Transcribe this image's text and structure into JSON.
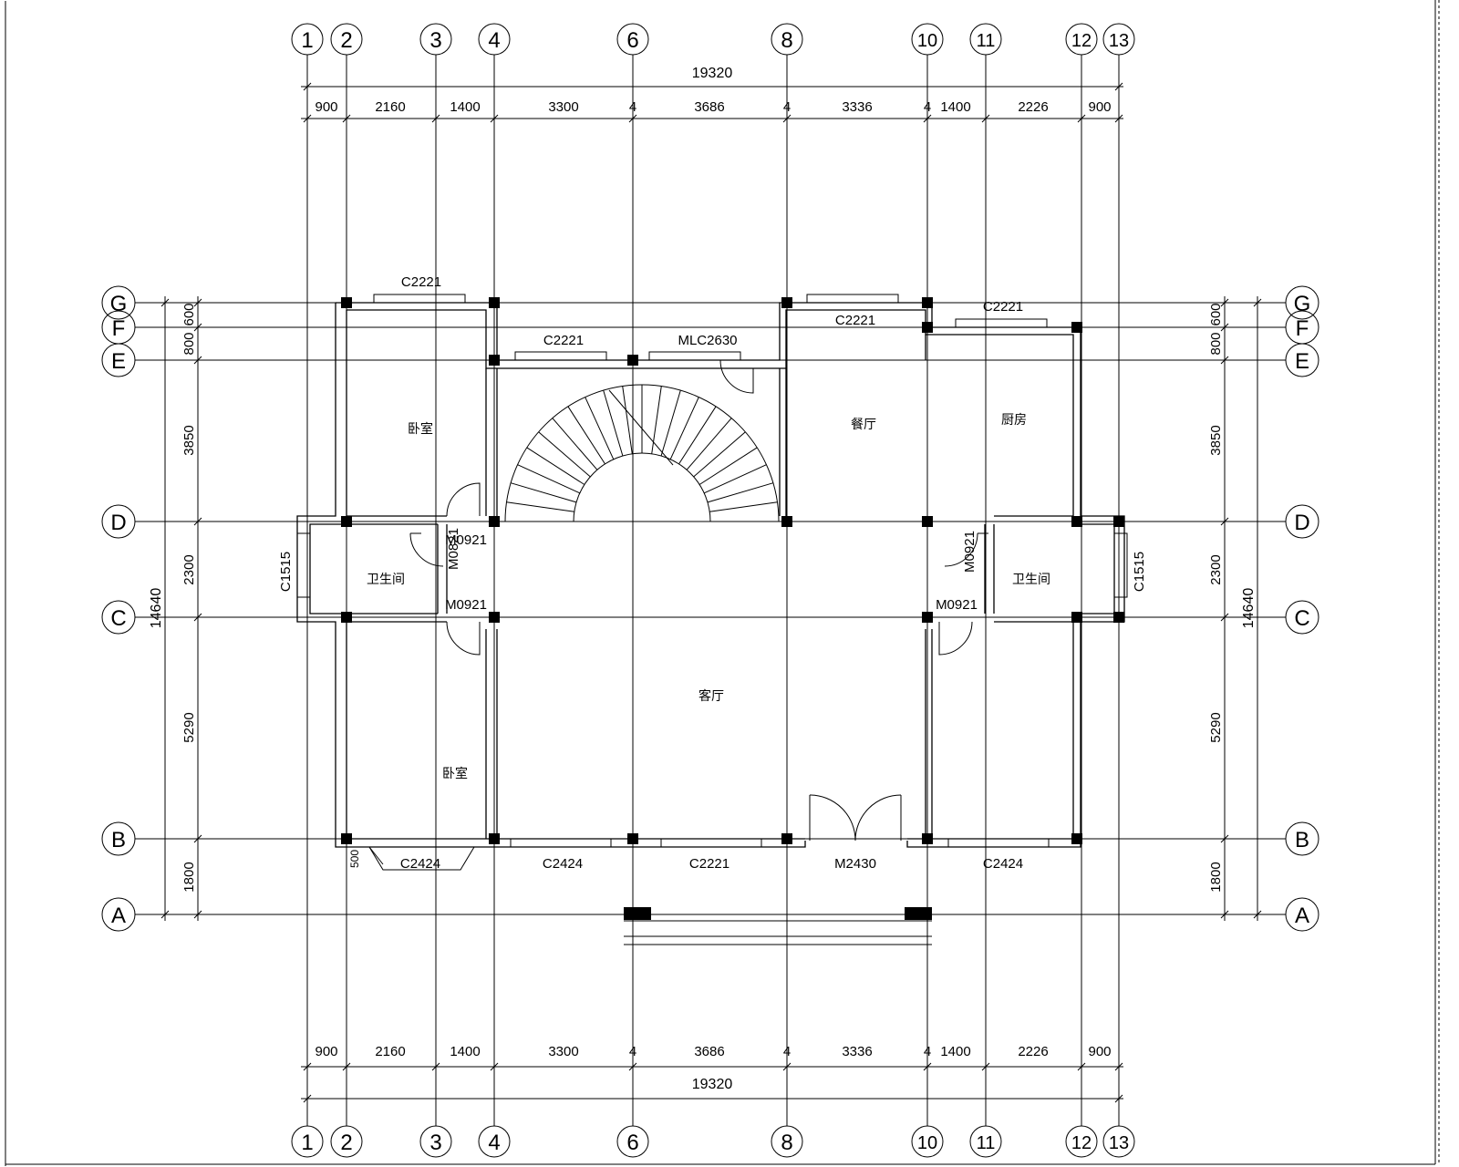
{
  "axes_numbers": [
    "1",
    "2",
    "3",
    "4",
    "6",
    "8",
    "10",
    "11",
    "12",
    "13"
  ],
  "axes_letters": [
    "G",
    "F",
    "E",
    "D",
    "C",
    "B",
    "A"
  ],
  "overall_width": "19320",
  "overall_depth": "14640",
  "width_segments": [
    "900",
    "2160",
    "1400",
    "3300",
    "4",
    "3686",
    "4",
    "3336",
    "4",
    "1400",
    "2226",
    "900"
  ],
  "depth_segments": [
    "600",
    "800",
    "3850",
    "2300",
    "5290",
    "1800"
  ],
  "rooms": {
    "bedroom_top": "卧室",
    "bedroom_bottom": "卧室",
    "dining": "餐厅",
    "kitchen": "厨房",
    "bath_left": "卫生间",
    "bath_right": "卫生间",
    "living": "客厅"
  },
  "openings": {
    "win_g_left": "C2221",
    "win_e": "C2221",
    "door_e": "MLC2630",
    "win_g_mid": "C2221",
    "win_f_right": "C2221",
    "win_side_left": "C1515",
    "win_side_right": "C1515",
    "door_bath_left_top": "M0921",
    "door_bath_left_vert": "M0821",
    "door_bath_left_bottom": "M0921",
    "door_bath_right_vert": "M0921",
    "door_bath_right_bottom": "M0921",
    "win_b1": "C2424",
    "win_b2": "C2424",
    "win_b3": "C2221",
    "door_main": "M2430",
    "win_b4": "C2424",
    "bay_depth": "500"
  }
}
